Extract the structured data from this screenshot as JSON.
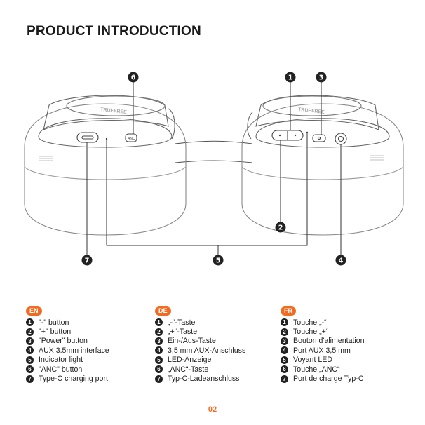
{
  "title": "PRODUCT INTRODUCTION",
  "brand_logo": "TRUEFREE",
  "callouts": [
    "1",
    "2",
    "3",
    "4",
    "5",
    "6",
    "7"
  ],
  "columns": [
    {
      "tag": "EN",
      "items": [
        {
          "n": "1",
          "text": "\"-\" button"
        },
        {
          "n": "2",
          "text": "\"+\" button"
        },
        {
          "n": "3",
          "text": "\"Power\" button"
        },
        {
          "n": "4",
          "text": "AUX 3.5mm interface"
        },
        {
          "n": "5",
          "text": "Indicator light"
        },
        {
          "n": "6",
          "text": "\"ANC\" button"
        },
        {
          "n": "7",
          "text": "Type-C charging port"
        }
      ]
    },
    {
      "tag": "DE",
      "items": [
        {
          "n": "1",
          "text": "„-“-Taste"
        },
        {
          "n": "2",
          "text": "„+“-Taste"
        },
        {
          "n": "3",
          "text": "Ein-/Aus-Taste"
        },
        {
          "n": "4",
          "text": "3,5 mm AUX-Anschluss"
        },
        {
          "n": "5",
          "text": "LED-Anzeige"
        },
        {
          "n": "6",
          "text": "„ANC“-Taste"
        },
        {
          "n": "7",
          "text": "Typ-C-Ladeanschluss"
        }
      ]
    },
    {
      "tag": "FR",
      "items": [
        {
          "n": "1",
          "text": "Touche „-“"
        },
        {
          "n": "2",
          "text": "Touche „+“"
        },
        {
          "n": "3",
          "text": "Bouton d'alimentation"
        },
        {
          "n": "4",
          "text": "Port AUX 3,5 mm"
        },
        {
          "n": "5",
          "text": "Voyant LED"
        },
        {
          "n": "6",
          "text": "Touche „ANC“"
        },
        {
          "n": "7",
          "text": "Port de charge Typ-C"
        }
      ]
    }
  ],
  "page_number": "02",
  "accent_color": "#f26b21"
}
